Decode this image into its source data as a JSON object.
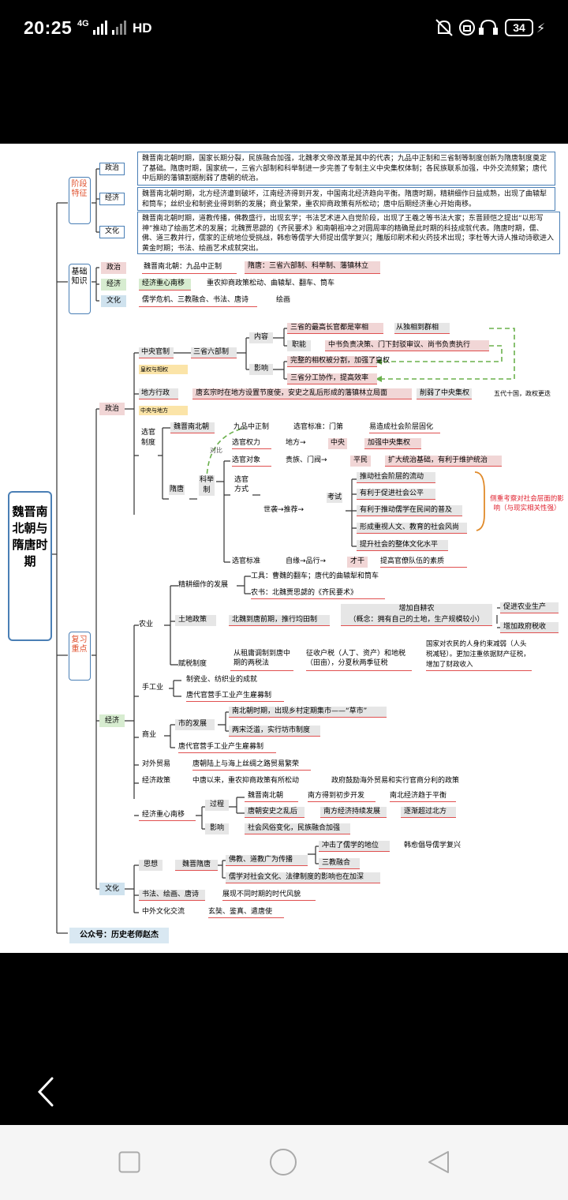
{
  "status": {
    "time": "20:25",
    "network": "4G",
    "hd": "HD",
    "battery": "34"
  },
  "mindmap": {
    "root": "魏晋南北朝与隋唐时期",
    "stage": {
      "label": "阶段特征",
      "politics_label": "政治",
      "politics_text": "魏晋南北朝时期，国家长期分裂，民族融合加强，北魏孝文帝改革是其中的代表；九品中正制和三省制等制度创新为隋唐制度奠定了基础。隋唐时期，国家统一，三省六部制和科举制进一步完善了专制主义中央集权体制；各民族联系加强，中外交流频繁；唐代中后期的藩镇割据削弱了唐朝的统治。",
      "economy_label": "经济",
      "economy_text": "魏晋南北朝时期，北方经济遭到破坏，江南经济得到开发，中国南北经济趋向平衡。隋唐时期，精耕细作日益成熟，出现了曲辕犁和筒车；丝织业和制瓷业得到新的发展；商业繁荣，重农抑商政策有所松动；唐中后期经济重心开始南移。",
      "culture_label": "文化",
      "culture_text": "魏晋南北朝时期，道教传播，佛教盛行，出现玄学；书法艺术进入自觉阶段，出现了王羲之等书法大家；东晋顾恺之提出“以形写神”推动了绘画艺术的发展；北魏贾思勰的《齐民要术》和南朝祖冲之对圆周率的精确是此时期的科技成就代表。隋唐时期，儒、佛、道三教并行，儒家的正统地位受挑战，韩愈等儒学大师提出儒学复兴；雕版印刷术和火药技术出现；李杜等大诗人推动诗歌进入黄金时期；书法、绘画艺术成就突出。"
    },
    "basic": {
      "label": "基础知识",
      "politics_label": "政治",
      "politics_a": "魏晋南北朝：九品中正制",
      "politics_b": "隋唐：三省六部制、科举制、藩镇林立",
      "economy_label": "经济",
      "economy_a": "经济重心南移",
      "economy_b": "重农抑商政策松动、曲辕犁、翻车、筒车",
      "culture_label": "文化",
      "culture_a": "儒学危机、三教融合、书法、唐诗",
      "culture_b": "绘画"
    },
    "review": {
      "label": "复习重点",
      "politics": {
        "label": "政治",
        "central": "中央官制",
        "three_six": "三省六部制",
        "tag_imperial": "皇权与相权",
        "neirong": "内容",
        "shijun": "三省的最高长官都是宰相",
        "shijun_b": "从独相到群相",
        "zhineng": "职能",
        "zhineng_b": "中书负责决策、门下封驳审议、尚书负责执行",
        "yingxiang": "影响",
        "yx1": "完整的相权被分割，加强了皇权",
        "yx2": "三省分工协作，提高效率",
        "local": "地方行政",
        "local_a": "唐玄宗时在地方设置节度使，安史之乱后形成的藩镇林立局面",
        "local_b": "削弱了中央集权",
        "local_c": "五代十国，政权更迭",
        "tag_central_local": "中央与地方",
        "xuanguan": "选官制度",
        "jiupin_era": "魏晋南北朝",
        "jiupin": "九品中正制",
        "jiupin_std": "选官标准：门第",
        "jiupin_eff": "易造成社会阶层固化",
        "duibi": "对比",
        "suitang": "隋唐",
        "keju": "科举制",
        "quanli": "选官权力",
        "difang": "地方→",
        "zhongyang": "中央",
        "jiaqiang": "加强中央集权",
        "duixiang": "选官对象",
        "guizu": "贵族、门阀→",
        "pingmin": "平民",
        "kuoda": "扩大统治基础，有利于维护统治",
        "fangshi": "选官方式",
        "shixi": "世袭→推荐→",
        "kaoshi": "考试",
        "f1": "推动社会阶层的流动",
        "f2": "有利于促进社会公平",
        "f3": "有利于推动儒学在民间的普及",
        "f4": "形成重视人文、教育的社会风尚",
        "f5": "提升社会的整体文化水平",
        "focus": "侧重考察对社会层面的影响（与现实相关性强）",
        "biaozhun": "选官标准",
        "zijian": "自缘→品行→",
        "caigan": "才干",
        "tigao": "提高官僚队伍的素质"
      },
      "economy": {
        "label": "经济",
        "agri": "农业",
        "jinggeng": "精耕细作的发展",
        "tool": "工具：曹魏的翻车；唐代的曲辕犁和筒车",
        "nongshu": "农书：北魏贾思勰的《齐民要术》",
        "land": "土地政策",
        "juntian": "北魏到唐前期，推行均田制",
        "zengjia": "增加自耕农",
        "concept": "（概念：拥有自己的土地，生产规模较小）",
        "cujin": "促进农业生产",
        "shuishou": "增加政府税收",
        "tax": "赋税制度",
        "tax_a": "从租庸调制到唐中期的两税法",
        "tax_b": "征收户税（人丁、资产）和地税（田亩），分夏秋两季征税",
        "tax_c": "国家对农民的人身约束减弱（人头税减轻）。更加注重依据财产征税，增加了财政收入",
        "craft": "手工业",
        "craft_a": "制瓷业、纺织业的成就",
        "craft_b": "唐代官营手工业产生雇募制",
        "commerce": "商业",
        "shi": "市的发展",
        "shi_a": "南北朝时期，出现乡村定期集市——“草市”",
        "shi_b": "两宋泛滥，实行坊市制度",
        "shi_c": "唐代官营手工业产生雇募制",
        "foreign": "对外贸易",
        "foreign_a": "唐朝陆上与海上丝绸之路贸易繁荣",
        "policy": "经济政策",
        "policy_a": "中唐以来，重农抑商政策有所松动",
        "policy_b": "政府鼓励海外贸易和实行官商分利的政策",
        "shift": "经济重心南移",
        "guocheng": "过程",
        "gc1": "魏晋南北朝",
        "gc2": "南方得到初步开发",
        "gc3": "南北经济趋于平衡",
        "gc4": "唐朝安史之乱后",
        "gc5": "南方经济持续发展",
        "gc6": "逐渐超过北方",
        "effect": "影响",
        "effect_a": "社会风俗变化，民族融合加强"
      },
      "culture": {
        "label": "文化",
        "thought": "思想",
        "suitang": "魏晋隋唐",
        "fodao": "佛教、道教广为传播",
        "chongji": "冲击了儒学的地位",
        "hanyu": "韩愈倡导儒学复兴",
        "sanjiao": "三教融合",
        "rujia": "儒学对社会文化、法律制度的影响也在加深",
        "shufa": "书法、绘画、唐诗",
        "shufa_a": "展现不同时期的时代风貌",
        "waijiao": "中外文化交流",
        "waijiao_a": "玄奘、鉴真、遣唐使"
      }
    },
    "footer": "公众号：历史老师赵杰"
  }
}
